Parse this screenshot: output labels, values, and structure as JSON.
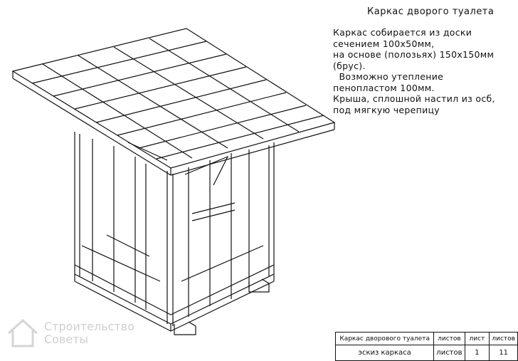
{
  "title": "Каркас дворого туалета",
  "description": [
    "Каркас собирается из доски",
    "сечением 100х50мм,",
    "на основе (полозьях) 150х150мм",
    "(брус).",
    "  Возможно утепление",
    "пенопластом 100мм.",
    "Крыша, сплошной настил из осб,",
    "под мягкую черепицу"
  ],
  "stamp": {
    "row1": [
      "Каркас дворового туалета",
      "листов",
      "лист",
      "листов"
    ],
    "row2": [
      "эскиз каркаса",
      "листов",
      "1",
      "11"
    ]
  },
  "watermark": {
    "line1": "Строительство",
    "line2": "Советы",
    "icon": "house-logo-icon"
  }
}
